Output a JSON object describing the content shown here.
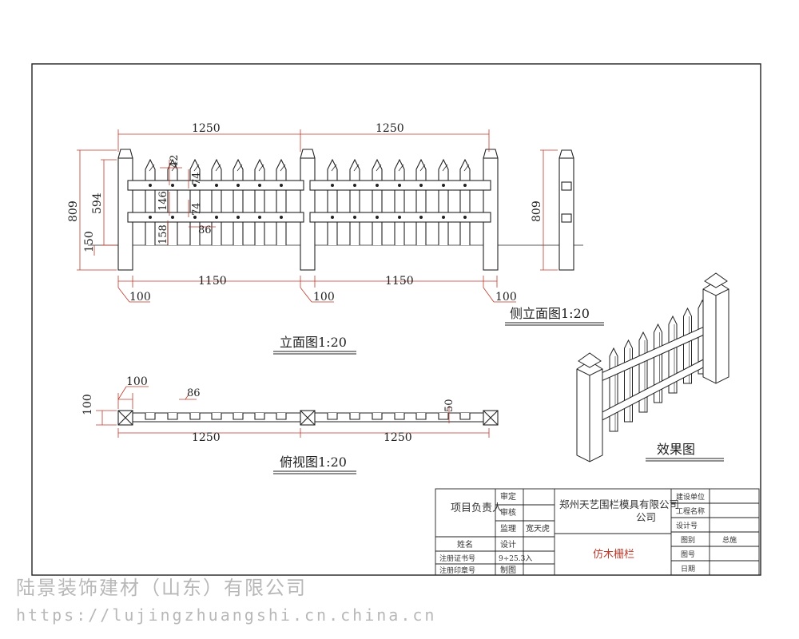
{
  "elevation": {
    "title": "立面图1:20",
    "dims": {
      "span_left": "1250",
      "span_right": "1250",
      "height_total": "809",
      "height_upper": "594",
      "height_ground": "150",
      "gap_left": "1150",
      "gap_right": "1150",
      "post_1": "100",
      "post_2": "100",
      "post_3": "100",
      "picket_tip": "42",
      "rail_upper": "74",
      "rail_gap": "146",
      "rail_lower": "74",
      "picket_spacing": "86",
      "rail_bottom": "158"
    }
  },
  "side": {
    "title": "侧立面图1:20",
    "height": "809"
  },
  "plan": {
    "title": "俯视图1:20",
    "dims": {
      "post_w": "100",
      "spacing": "86",
      "post_d": "100",
      "picket_d": "50",
      "span_left": "1250",
      "span_right": "1250"
    }
  },
  "effect": {
    "title": "效果图"
  },
  "title_block": {
    "project_lead": "项目负责人",
    "company": "郑州天艺围栏模具有限公司",
    "product": "仿木栅栏",
    "r1": [
      "审定",
      "审核",
      "监理",
      "宽天虎"
    ],
    "name_label": "姓名",
    "design_label": "设计",
    "design_value": "9÷25.3入",
    "draw_label": "制图",
    "cert_1": "注册证书号",
    "cert_2": "注册印章号",
    "right_labels": [
      "建设单位",
      "工程名称",
      "设计号",
      "图别",
      "图号",
      "日期"
    ],
    "right_values": [
      "",
      "",
      "",
      "总施",
      "",
      ""
    ]
  },
  "watermark": {
    "line1": "陆景装饰建材（山东）有限公司",
    "line2": "https://lujingzhuangshi.cn.china.cn"
  }
}
